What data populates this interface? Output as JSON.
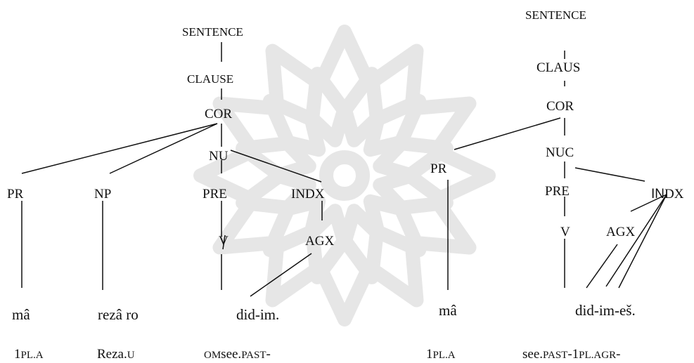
{
  "left_tree": {
    "sentence": "SENTENCE",
    "clause": "CLAUSE",
    "cor": "COR",
    "nu": "NU",
    "pr": "PR",
    "np": "NP",
    "pre": "PRE",
    "indx": "INDX",
    "v": "V",
    "agx": "AGX",
    "word_ma": "mâ",
    "word_reza": "rezâ ro",
    "word_verb": "did-im.",
    "gloss_1": {
      "main": "1",
      "sc": "PL.A"
    },
    "gloss_2": {
      "main": "Reza.",
      "sc": "U"
    },
    "gloss_3": {
      "sc1": "OM",
      "main": "see.",
      "sc2": "PAST",
      "tail": "-"
    }
  },
  "right_tree": {
    "sentence": "SENTENCE",
    "clause": "CLAUS",
    "cor": "COR",
    "nuc": "NUC",
    "pr": "PR",
    "pre": "PRE",
    "indx_main": "IN",
    "indx_tail": "DX",
    "v": "V",
    "agx": "AGX",
    "word_ma": "mâ",
    "word_verb": "did-im-eš.",
    "gloss_1": {
      "main": "1",
      "sc": "PL.A"
    },
    "gloss_2": {
      "main1": "see.",
      "sc1": "PAST",
      "main2": "-1",
      "sc2": "PL.AGR",
      "tail": "-"
    }
  },
  "watermark": {
    "color": "#e6e6e6",
    "icon": "rosette-watermark"
  }
}
